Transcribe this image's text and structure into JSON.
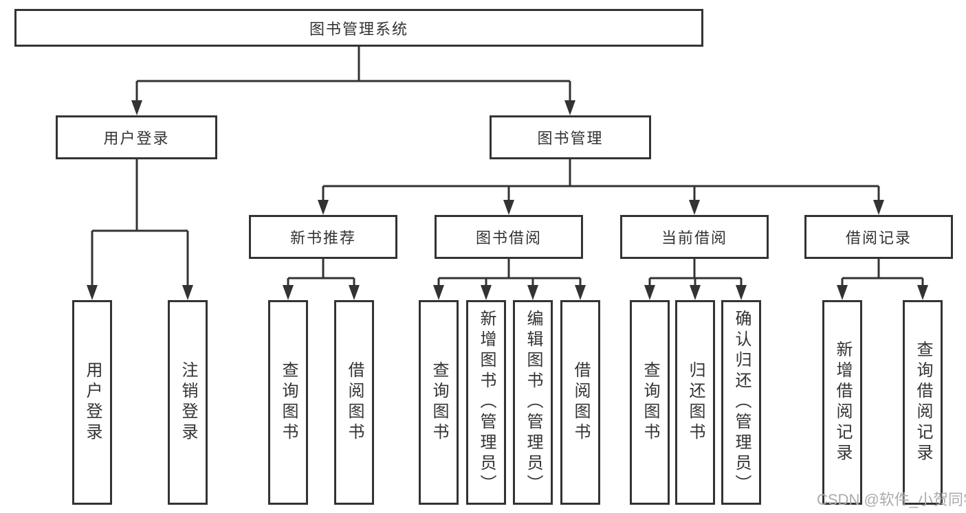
{
  "diagram": {
    "title": "图书管理系统",
    "root": {
      "label": "图书管理系统"
    },
    "branches": [
      {
        "label": "用户登录",
        "children": [
          {
            "label": "用户登录"
          },
          {
            "label": "注销登录"
          }
        ]
      },
      {
        "label": "图书管理",
        "children": [
          {
            "label": "新书推荐",
            "children": [
              {
                "label": "查询图书"
              },
              {
                "label": "借阅图书"
              }
            ]
          },
          {
            "label": "图书借阅",
            "children": [
              {
                "label": "查询图书"
              },
              {
                "label": "新增图书（管理员）"
              },
              {
                "label": "编辑图书（管理员）"
              },
              {
                "label": "借阅图书"
              }
            ]
          },
          {
            "label": "当前借阅",
            "children": [
              {
                "label": "查询图书"
              },
              {
                "label": "归还图书"
              },
              {
                "label": "确认归还（管理员）"
              }
            ]
          },
          {
            "label": "借阅记录",
            "children": [
              {
                "label": "新增借阅记录"
              },
              {
                "label": "查询借阅记录"
              }
            ]
          }
        ]
      }
    ]
  },
  "watermark": {
    "text": "CSDN @软件_小贺同学"
  },
  "colors": {
    "line": "#333333",
    "text": "#333333",
    "box_background": "#ffffff",
    "watermark": "#ababab",
    "background": "#ffffff"
  }
}
